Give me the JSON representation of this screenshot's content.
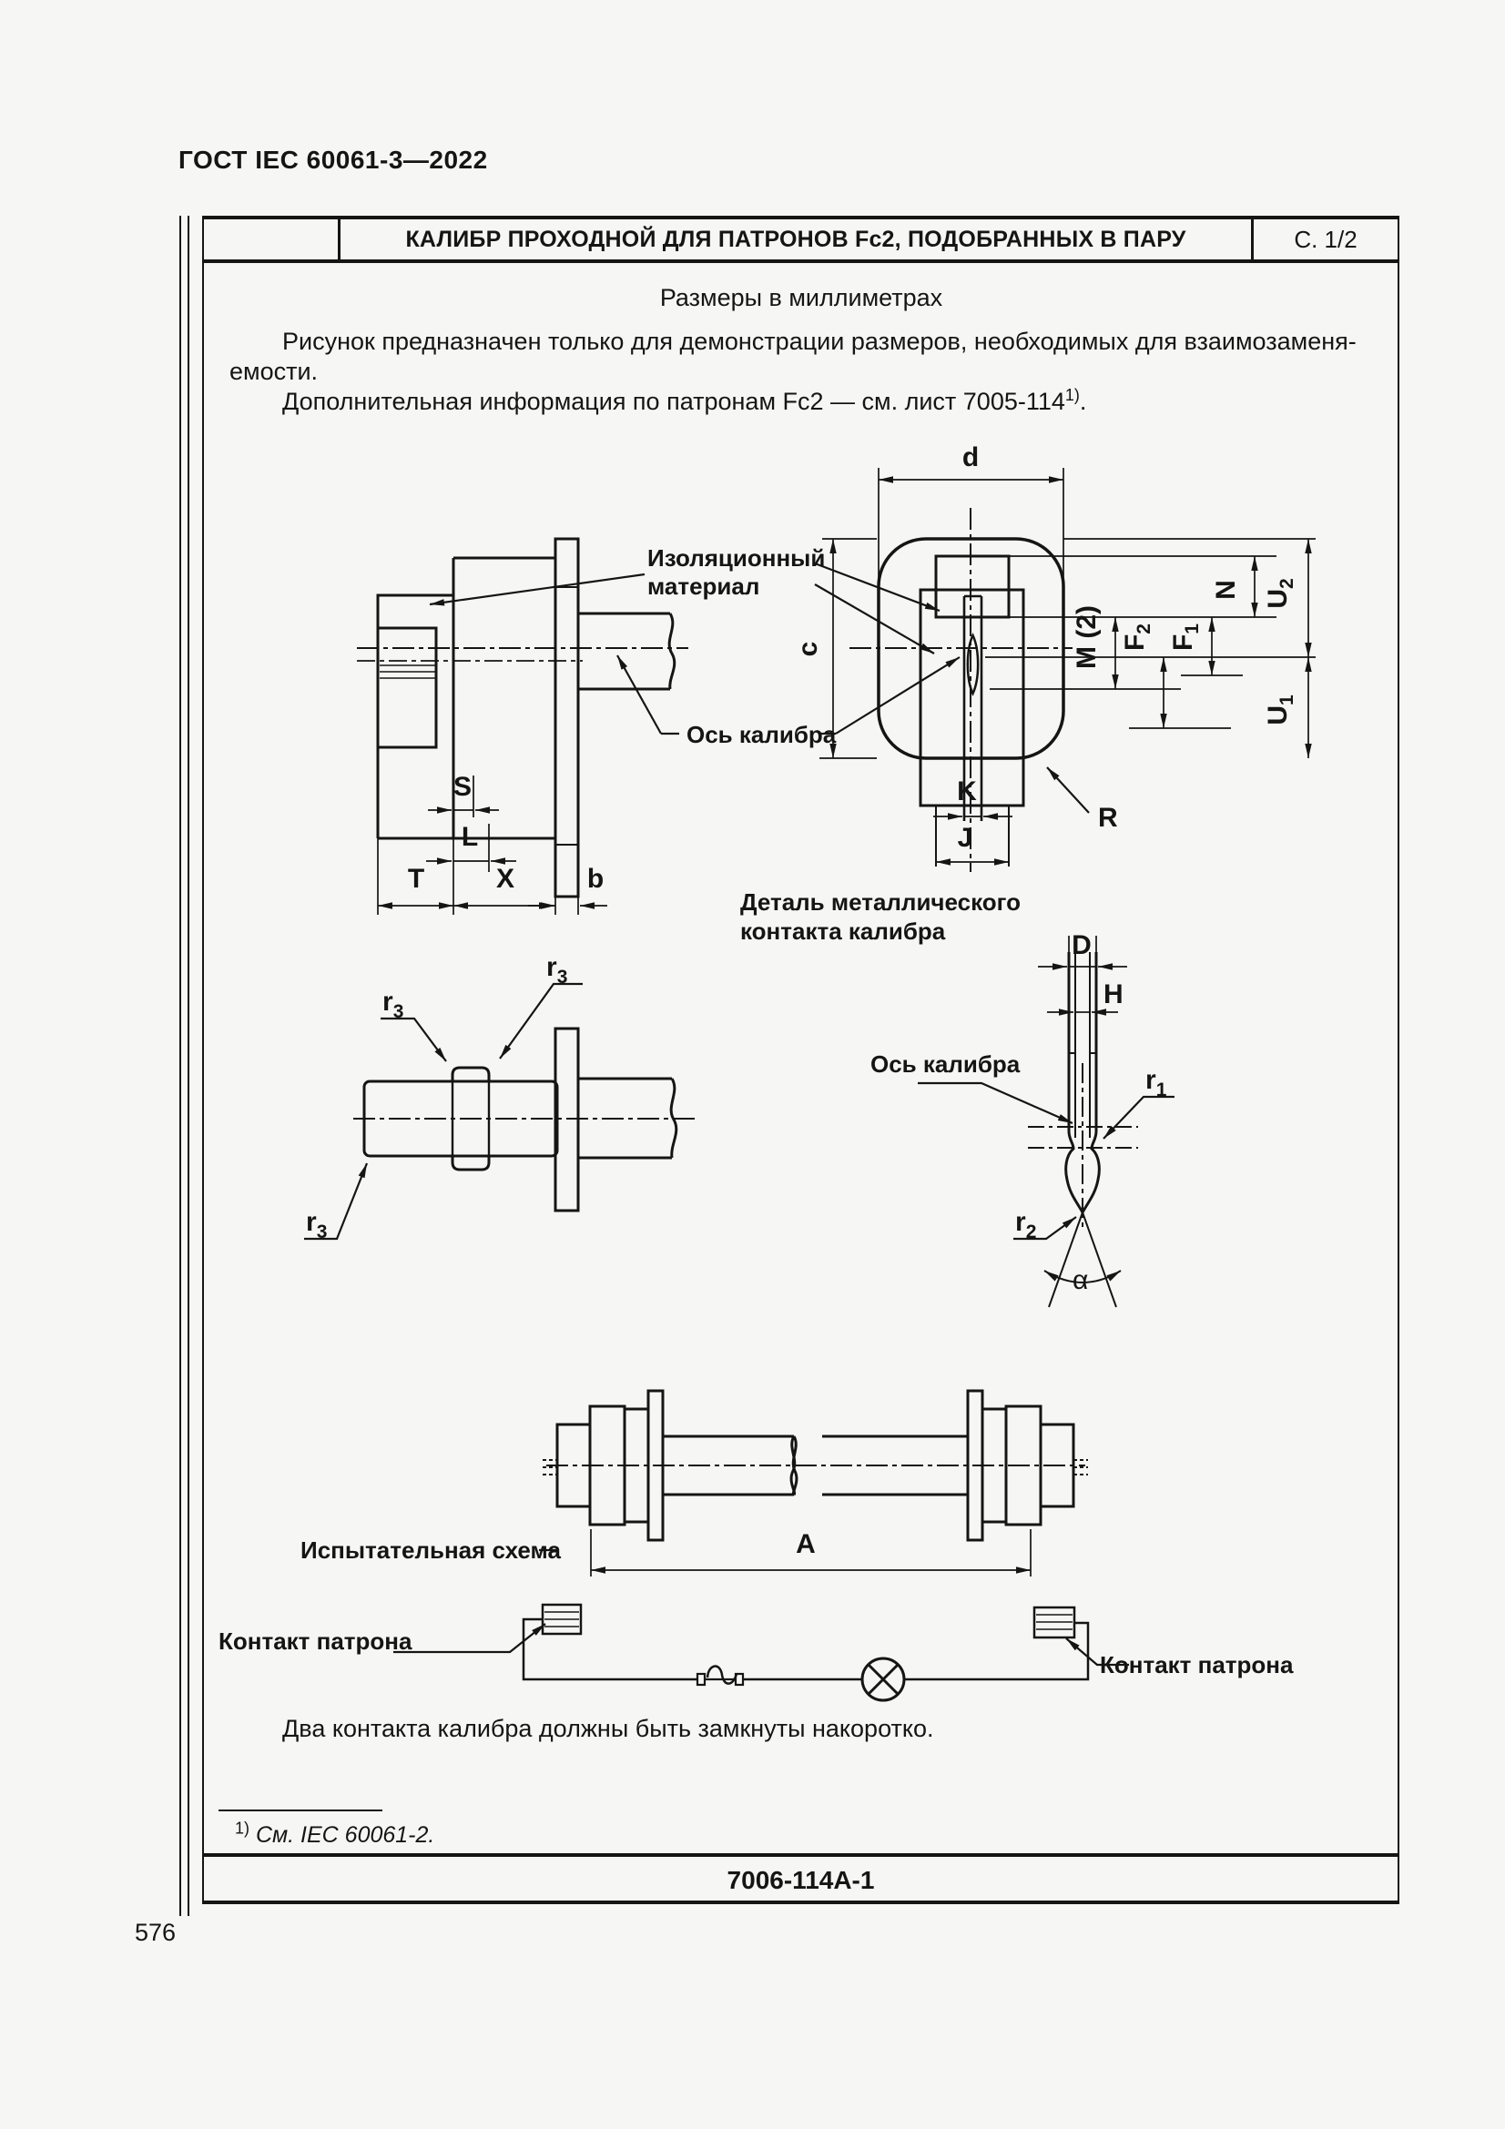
{
  "header": {
    "standard": "ГОСТ IEC 60061-3—2022",
    "page_number": "576"
  },
  "title_bar": {
    "title": "КАЛИБР ПРОХОДНОЙ ДЛЯ ПАТРОНОВ Fc2, ПОДОБРАННЫХ В ПАРУ",
    "sheet_ref": "С. 1/2"
  },
  "intro": {
    "units_note": "Размеры в миллиметрах",
    "p1_line1": "Рисунок предназначен только для демонстрации размеров, необходимых для взаимозаменя-",
    "p1_line2": "емости.",
    "p2_text": "Дополнительная информация по патронам Fc2 — см. лист 7005-114",
    "p2_sup": "1)",
    "p2_end": "."
  },
  "side_view": {
    "insulation_label_l1": "Изоляционный",
    "insulation_label_l2": "материал",
    "axis_label_dash_l": "",
    "axis_label": "Ось калибра",
    "dim_S": "S",
    "dim_L": "L",
    "dim_T": "T",
    "dim_X": "X",
    "dim_b": "b"
  },
  "front_view": {
    "dim_d": "d",
    "dim_c": "c",
    "dim_M": "M (2)",
    "dim_N": "N",
    "dim_U2_base": "U",
    "dim_U2_sub": "2",
    "dim_F2_base": "F",
    "dim_F2_sub": "2",
    "dim_F1_base": "F",
    "dim_F1_sub": "1",
    "dim_U1_base": "U",
    "dim_U1_sub": "1",
    "dim_K": "K",
    "dim_J": "J",
    "dim_R": "R"
  },
  "r3_detail": {
    "r_base": "r",
    "r_sub": "3"
  },
  "contact_detail": {
    "title_l1": "Деталь металлического",
    "title_l2": "контакта калибра",
    "axis_label": "Ось калибра",
    "dim_D": "D",
    "dim_H": "H",
    "r1_base": "r",
    "r1_sub": "1",
    "r2_base": "r",
    "r2_sub": "2",
    "alpha": "α"
  },
  "test_schema": {
    "label": "Испытательная схема",
    "dim_A": "A",
    "contact_label_left": "Контакт патрона",
    "contact_label_right": "Контакт патрона"
  },
  "notes": {
    "short_circuit": "Два контакта калибра должны быть замкнуты накоротко."
  },
  "footnote": {
    "sup": "1)",
    "text": " См. IEC 60061-2."
  },
  "footer": {
    "sheet_code": "7006-114А-1"
  }
}
